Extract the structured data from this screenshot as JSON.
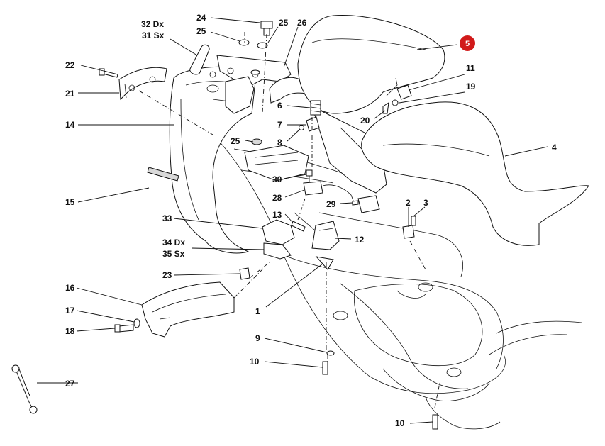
{
  "diagram": {
    "highlight_color": "#d11a1a",
    "labels": {
      "l1": "1",
      "l2": "2",
      "l3": "3",
      "l4": "4",
      "l5": "5",
      "l6": "6",
      "l7": "7",
      "l8": "8",
      "l9": "9",
      "l10a": "10",
      "l10b": "10",
      "l11": "11",
      "l12": "12",
      "l13": "13",
      "l14": "14",
      "l15": "15",
      "l16": "16",
      "l17": "17",
      "l18": "18",
      "l19": "19",
      "l20": "20",
      "l21": "21",
      "l22": "22",
      "l23": "23",
      "l24": "24",
      "l25a": "25",
      "l25b": "25",
      "l25c": "25",
      "l26": "26",
      "l27": "27",
      "l28": "28",
      "l29": "29",
      "l30": "30",
      "l32": "32 Dx",
      "l31": "31 Sx",
      "l33": "33",
      "l34": "34 Dx",
      "l35": "35 Sx"
    }
  }
}
